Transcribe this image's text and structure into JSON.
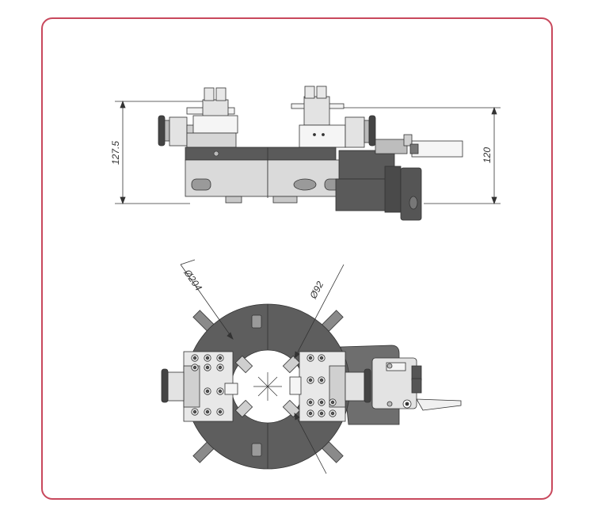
{
  "side_view": {
    "height_left": "127.5",
    "height_right": "120"
  },
  "top_view": {
    "outer_diameter": "Ø204",
    "inner_diameter": "Ø92"
  },
  "colors": {
    "frame": "#c8485c",
    "body_dark": "#5a5a5a",
    "body_light": "#d9d9d9",
    "body_mid": "#9a9a9a",
    "line": "#333333"
  }
}
